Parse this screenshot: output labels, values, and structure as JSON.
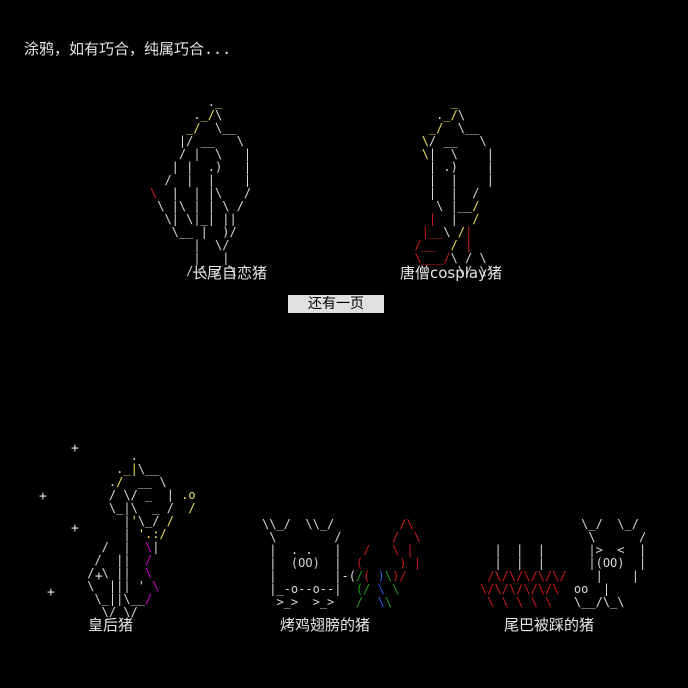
{
  "page": {
    "title": "涂鸦，如有巧合，纯属巧合..."
  },
  "more_button": {
    "label": "还有一页"
  },
  "captions": {
    "pig1": "长尾自恋猪",
    "pig2": "唐僧cosplay猪",
    "pig3": "皇后猪",
    "pig4": "烤鸡翅膀的猪",
    "pig5": "尾巴被踩的猪"
  },
  "colors": {
    "background": "#000000",
    "text": "#e6e6e6",
    "button_bg": "#e0e0e0",
    "yellow": "#e8e05a",
    "red": "#cc1a1a",
    "magenta": "#d400d4",
    "green": "#20a020",
    "blue": "#2a5adf"
  }
}
